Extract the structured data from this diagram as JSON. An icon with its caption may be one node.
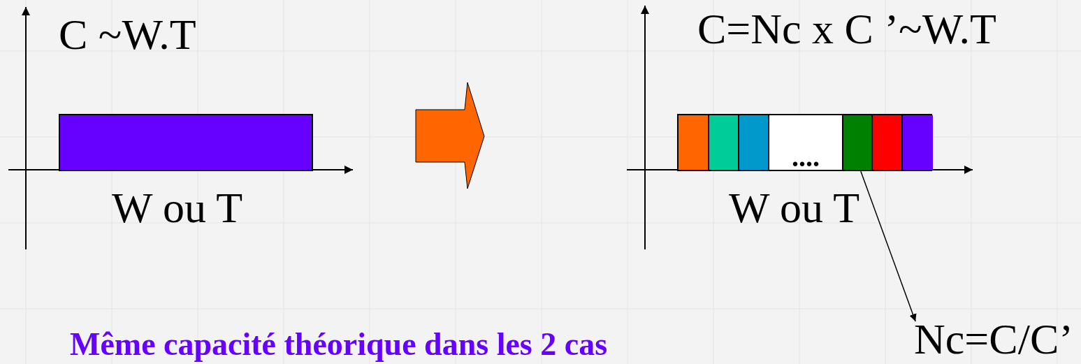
{
  "diagram": {
    "nodes": [
      {
        "text": [],
        "shape": "bar",
        "beside": [
          "W ou T"
        ]
      },
      {
        "text": [],
        "shape": "bar",
        "beside": [
          "W ou T"
        ]
      },
      {
        "text": [],
        "shape": "bar",
        "in": 1
      },
      {
        "text": [],
        "shape": "bar",
        "in": 1
      },
      {
        "text": [],
        "shape": "bar",
        "in": 1
      },
      {
        "text": [
          "...."
        ],
        "in": 1
      },
      {
        "text": [],
        "shape": "bar",
        "in": 1
      },
      {
        "text": [],
        "shape": "bar",
        "in": 1
      },
      {
        "text": [],
        "shape": "bar",
        "in": 1
      },
      {
        "text": [
          "Nc=C/C’"
        ]
      }
    ],
    "edges": [
      {
        "from": 1,
        "to": 9,
        "arrow": "to"
      }
    ],
    "labels": [
      "C ~W.T",
      "C=Nc x C ’~W.T",
      "Même capacité théorique dans les 2 cas"
    ]
  }
}
